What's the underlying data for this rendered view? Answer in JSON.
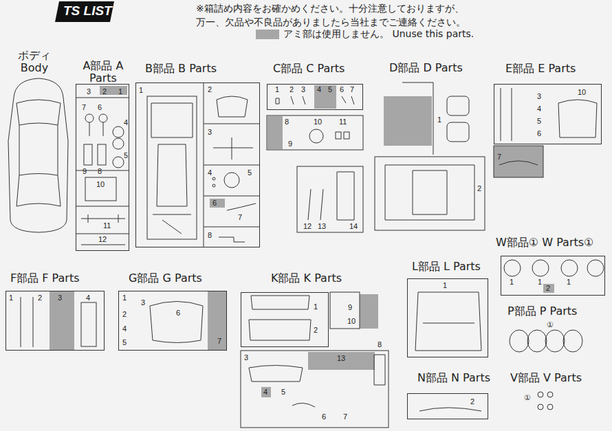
{
  "diagram": {
    "title": "TS LIST",
    "nodes": [
      {
        "text": [
          "ボディ Body"
        ]
      },
      {
        "text": [
          "A部品 A Parts"
        ]
      },
      {
        "text": [
          "B部品 B Parts"
        ]
      },
      {
        "text": [
          "C部品 C Parts"
        ]
      },
      {
        "text": [
          "D部品 D Parts"
        ]
      },
      {
        "text": [
          "E部品 E Parts"
        ]
      },
      {
        "text": [
          "W部品① W Parts①"
        ]
      },
      {
        "text": [
          "L部品 L Parts"
        ]
      },
      {
        "text": [
          "P部品 P Parts"
        ]
      },
      {
        "text": [
          "N部品 N Parts"
        ]
      },
      {
        "text": [
          "V部品 V Parts"
        ]
      },
      {
        "text": [
          "F部品 F Parts"
        ]
      },
      {
        "text": [
          "G部品 G Parts"
        ]
      },
      {
        "text": [
          "K部品 K Parts"
        ]
      }
    ],
    "labels": [
      "※箱詰め内容をお確かめください。十分注意しておりますが、",
      "万一、欠品や不良品がありましたら当社までご連絡ください。",
      "3",
      "2",
      "1",
      "7",
      "6",
      "4",
      "5",
      "9",
      "8",
      "10",
      "11",
      "12",
      "1",
      "2",
      "3",
      "4",
      "5",
      "6",
      "7",
      "8",
      "1",
      "2",
      "3",
      "4",
      "5",
      "6",
      "7",
      "8",
      "9",
      "10",
      "11",
      "12",
      "13",
      "14",
      "1",
      "2",
      "3",
      "4",
      "5",
      "6",
      "10",
      "7",
      "1",
      "1",
      "1",
      "2",
      "1",
      "①",
      "2",
      "①",
      "1",
      "2",
      "3",
      "4",
      "1",
      "3",
      "2",
      "4",
      "5",
      "6",
      "7",
      "1",
      "2",
      "9",
      "10",
      "3",
      "4",
      "5",
      "6",
      "7",
      "13",
      "8"
    ],
    "legend": [
      {
        "text": "アミ部は使用しません。 Unuse this parts.",
        "color": "#a6a6a6"
      }
    ]
  }
}
